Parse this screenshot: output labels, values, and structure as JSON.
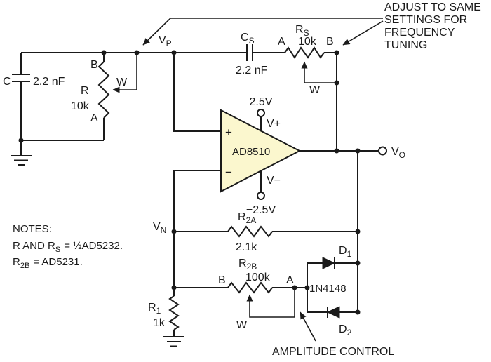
{
  "annotation": {
    "line1": "ADJUST TO SAME",
    "line2": "SETTINGS FOR",
    "line3": "FREQUENCY",
    "line4": "TUNING"
  },
  "input_network": {
    "cap_name": "C",
    "cap_value": "2.2 nF",
    "pot_name": "R",
    "pot_value": "10k",
    "term_b": "B",
    "term_a": "A",
    "term_w": "W"
  },
  "node_vp": {
    "main": "V",
    "sub": "P"
  },
  "series_cap": {
    "main": "C",
    "sub": "S",
    "value": "2.2 nF"
  },
  "series_pot": {
    "main": "R",
    "sub": "S",
    "value": "10k",
    "term_a": "A",
    "term_b": "B",
    "term_w": "W"
  },
  "opamp": {
    "part": "AD8510",
    "plus": "+",
    "minus": "−",
    "vplus": "V+",
    "vminus": "V−",
    "supply_pos": "2.5V",
    "supply_neg": "−2.5V"
  },
  "node_vo": {
    "main": "V",
    "sub": "O"
  },
  "node_vn": {
    "main": "V",
    "sub": "N"
  },
  "r2a": {
    "main": "R",
    "sub": "2A",
    "value": "2.1k"
  },
  "r2b": {
    "main": "R",
    "sub": "2B",
    "value": "100k",
    "term_b": "B",
    "term_a": "A",
    "term_w": "W"
  },
  "diodes": {
    "d1_main": "D",
    "d1_sub": "1",
    "d2_main": "D",
    "d2_sub": "2",
    "part": "1N4148"
  },
  "r1": {
    "main": "R",
    "sub": "1",
    "value": "1k"
  },
  "amplitude_control": "AMPLITUDE CONTROL",
  "notes": {
    "title": "NOTES:",
    "line1_p1": "R AND R",
    "line1_sub": "S",
    "line1_p2": "= ½AD5232.",
    "line2_p1": "R",
    "line2_sub": "2B",
    "line2_p2": "= AD5231."
  }
}
